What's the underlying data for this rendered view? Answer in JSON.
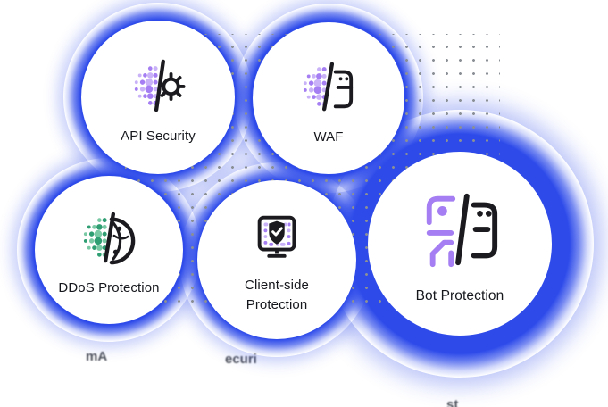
{
  "illustration": {
    "name": "web-security-feature-bubbles",
    "background": "#ffffff"
  },
  "colors": {
    "ring_blue": "#2e4bea",
    "dot_grid_gray": "#8a8f95",
    "purple": "#a47ef2",
    "purple_light": "#c9b2f8",
    "green": "#2f9e72",
    "green_light": "#79c9a4",
    "icon_black": "#1b1b1f",
    "label_text": "#15171c",
    "bubble_fill": "#ffffff"
  },
  "bubbles": [
    {
      "id": "api-security",
      "label": "API Security",
      "icon": "api-security-icon"
    },
    {
      "id": "waf",
      "label": "WAF",
      "icon": "waf-icon"
    },
    {
      "id": "ddos-protection",
      "label": "DDoS Protection",
      "icon": "ddos-protection-icon"
    },
    {
      "id": "client-side-protection",
      "label": "Client-side Protection",
      "icon": "client-side-protection-icon"
    },
    {
      "id": "bot-protection",
      "label": "Bot Protection",
      "icon": "bot-protection-icon"
    }
  ],
  "decorations": {
    "dot_grid": "gray-dot-matrix",
    "glow_rings": "blue-noise-rings"
  },
  "artifacts": {
    "fragment_left": "mA",
    "fragment_mid": "ecuri",
    "fragment_right": "st"
  }
}
